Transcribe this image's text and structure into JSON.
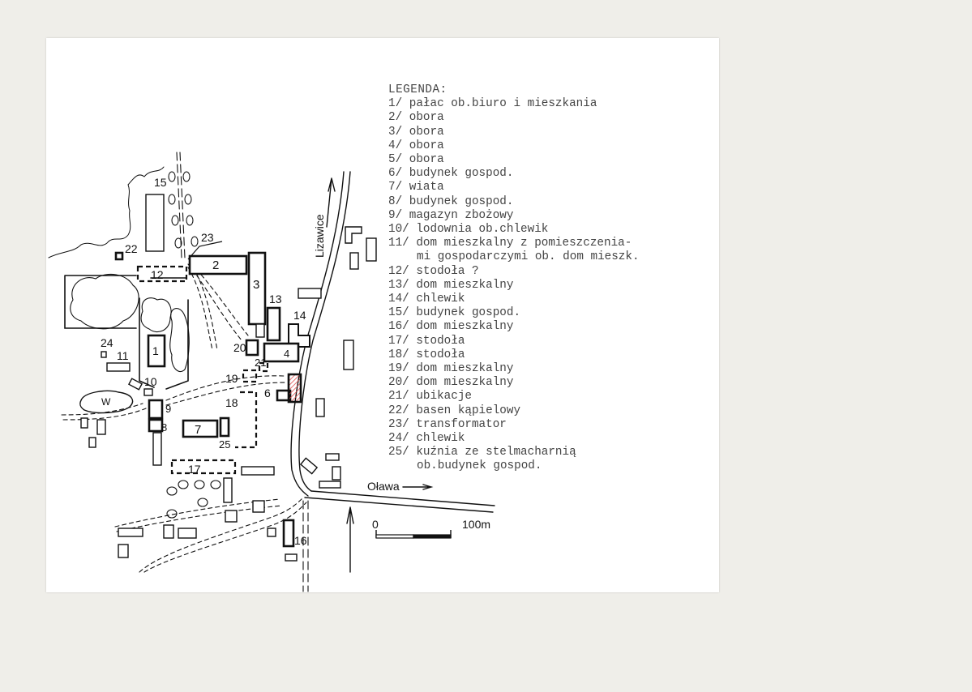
{
  "legend": {
    "title": "LEGENDA:",
    "items": [
      {
        "num": "1/",
        "text": "pałac ob.biuro i mieszkania"
      },
      {
        "num": "2/",
        "text": "obora"
      },
      {
        "num": "3/",
        "text": "obora"
      },
      {
        "num": "4/",
        "text": "obora"
      },
      {
        "num": "5/",
        "text": "obora"
      },
      {
        "num": "6/",
        "text": "budynek gospod."
      },
      {
        "num": "7/",
        "text": "wiata"
      },
      {
        "num": "8/",
        "text": "budynek gospod."
      },
      {
        "num": "9/",
        "text": "magazyn zbożowy"
      },
      {
        "num": "10/",
        "text": "lodownia ob.chlewik"
      },
      {
        "num": "11/",
        "text": "dom mieszkalny z pomieszczenia-",
        "cont": "mi gospodarczymi ob. dom mieszk."
      },
      {
        "num": "12/",
        "text": "stodoła ?"
      },
      {
        "num": "13/",
        "text": "dom mieszkalny"
      },
      {
        "num": "14/",
        "text": "chlewik"
      },
      {
        "num": "15/",
        "text": "budynek gospod."
      },
      {
        "num": "16/",
        "text": "dom mieszkalny"
      },
      {
        "num": "17/",
        "text": "stodoła"
      },
      {
        "num": "18/",
        "text": "stodoła"
      },
      {
        "num": "19/",
        "text": "dom mieszkalny"
      },
      {
        "num": "20/",
        "text": "dom mieszkalny"
      },
      {
        "num": "21/",
        "text": "ubikacje"
      },
      {
        "num": "22/",
        "text": "basen kąpielowy"
      },
      {
        "num": "23/",
        "text": "transformator"
      },
      {
        "num": "24/",
        "text": "chlewik"
      },
      {
        "num": "25/",
        "text": "kuźnia ze stelmacharnią",
        "cont": "ob.budynek gospod."
      }
    ]
  },
  "map": {
    "river_lizawice": "Lizawice",
    "river_olawa": "Oława",
    "scale": {
      "start": "0",
      "end": "100m"
    },
    "pond_label": "W",
    "building_numbers": [
      "1",
      "2",
      "3",
      "4",
      "6",
      "7",
      "8",
      "9",
      "10",
      "11",
      "12",
      "13",
      "14",
      "15",
      "16",
      "17",
      "18",
      "19",
      "20",
      "21",
      "22",
      "23",
      "24",
      "25"
    ]
  },
  "colors": {
    "ink": "#111111",
    "paper": "#ffffff",
    "background": "#efeee9",
    "highlight": "#e05050"
  }
}
